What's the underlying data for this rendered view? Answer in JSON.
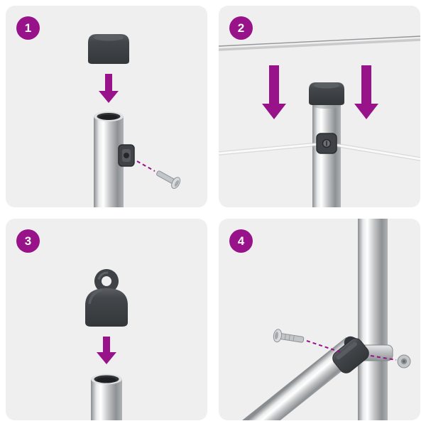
{
  "colors": {
    "accent": "#98138A",
    "panel_background": "#EFEFF0",
    "part_dark": "#3F4347",
    "metal": "#C3C6C8",
    "wire_white": "#FAFAFA"
  },
  "steps": [
    {
      "number": "1",
      "parts": [
        "end-cap",
        "down-arrow",
        "pole",
        "clamp",
        "screw",
        "dashed-guide"
      ]
    },
    {
      "number": "2",
      "parts": [
        "wire",
        "down-arrow",
        "down-arrow",
        "end-cap",
        "pole",
        "clamp",
        "clothesline"
      ]
    },
    {
      "number": "3",
      "parts": [
        "eyelet-cap",
        "down-arrow",
        "pole"
      ]
    },
    {
      "number": "4",
      "parts": [
        "vertical-pole",
        "diagonal-pole",
        "clamp-band",
        "connector",
        "bolt",
        "hex-bolt",
        "dashed-guide"
      ]
    }
  ]
}
